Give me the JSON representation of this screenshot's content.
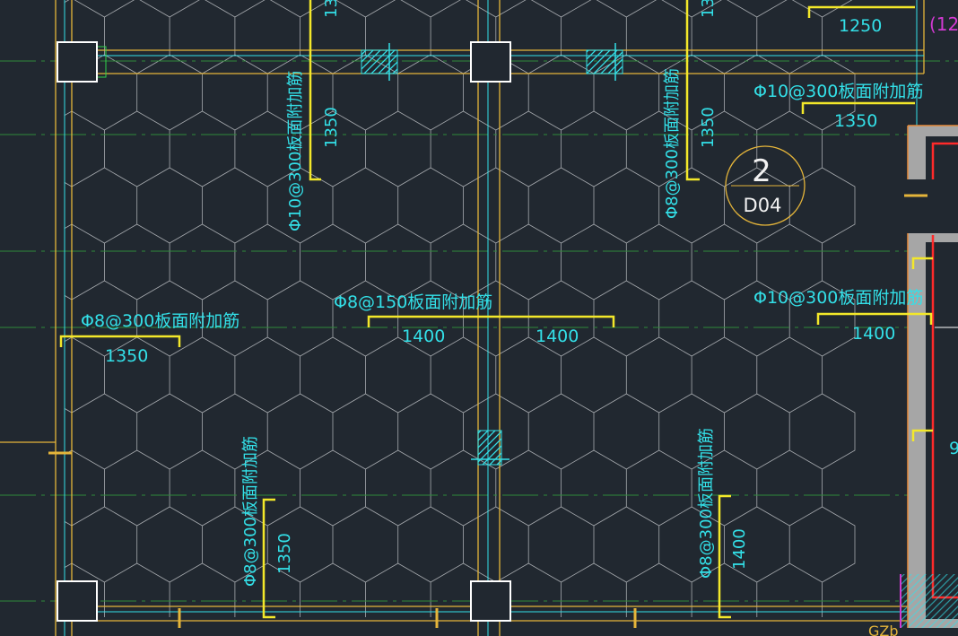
{
  "colors": {
    "background": "#212830",
    "hatch_grid": "#c9ccd0",
    "beam": "#e5b53a",
    "axis_green": "#2f8a3a",
    "dimension": "#f3e82a",
    "annotation": "#33e0e8",
    "column": "#ffffff",
    "wall_red": "#ff2a2a",
    "wall_magenta": "#d23ad2",
    "wall_gray": "#a6a6a6"
  },
  "labels": {
    "top_left_vertical": {
      "text": "Φ10@300板面附加筋",
      "dim": "1350",
      "dim_cut": "13"
    },
    "top_mid_vertical": {
      "text": "Φ8@300板面附加筋",
      "dim": "1350",
      "dim_cut": "13"
    },
    "top_right_dim": "1250",
    "top_right_cut": "(12",
    "right_upper": {
      "text": "Φ10@300板面附加筋",
      "dim": "1350"
    },
    "right_mid": {
      "text": "Φ10@300板面附加筋",
      "dim": "1400"
    },
    "center": {
      "text": "Φ8@150板面附加筋",
      "dim_left": "1400",
      "dim_right": "1400"
    },
    "left_mid": {
      "text": "Φ8@300板面附加筋",
      "dim": "1350"
    },
    "bottom_left_vertical": {
      "text": "Φ8@300板面附加筋",
      "dim": "1350"
    },
    "bottom_mid_vertical": {
      "text": "Φ8@300板面附加筋",
      "dim": "1400"
    },
    "right_edge_cut": "9",
    "bottom_edge_cut": "GZb"
  },
  "detail_marker": {
    "number": "2",
    "sheet": "D04"
  }
}
